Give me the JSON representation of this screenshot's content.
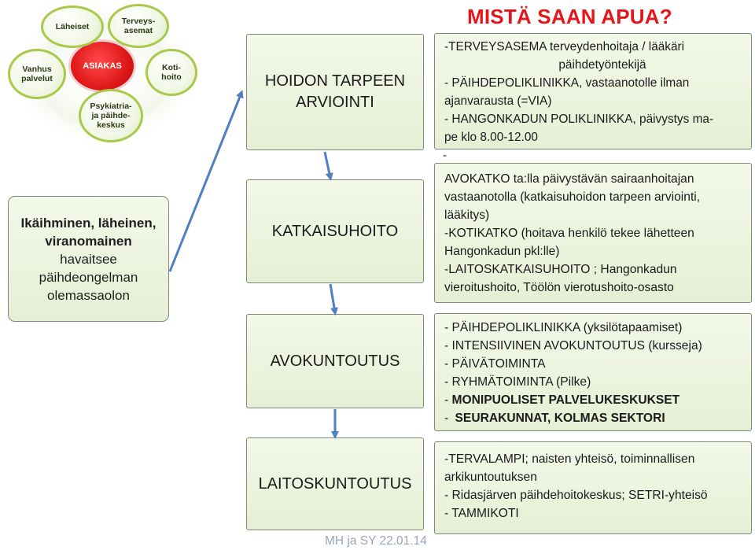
{
  "title": "MISTÄ SAAN APUA?",
  "footer": "MH ja SY 22.01.14",
  "cycle": {
    "hub": "ASIAKAS",
    "nodes": {
      "laheiset": "Läheiset",
      "terveysasemat": "Terveys-\nasemat",
      "kotihoito": "Koti-\nhoito",
      "psykiatria": "Psykiatria-\nja päihde-\nkeskus",
      "vanhuspalvelut": "Vanhus\npalvelut"
    }
  },
  "left_box": {
    "line1": "Ikäihminen, läheinen,",
    "line2": "viranomainen",
    "line3": "havaitsee",
    "line4": "päihdeongelman",
    "line5": "olemassaolon"
  },
  "stages": {
    "hoidon": "HOIDON TARPEEN\nARVIOINTI",
    "katkaisu": "KATKAISUHOITO",
    "avokuntoutus": "AVOKUNTOUTUS",
    "laitos": "LAITOSKUNTOUTUS"
  },
  "details": {
    "hoidon": [
      "-TERVEYSASEMA terveydenhoitaja / lääkäri",
      "päihdetyöntekijä",
      "- PÄIHDEPOLIKLINIKKA, vastaanotolle ilman",
      "ajanvarausta (=VIA)",
      "- HANGONKADUN POLIKLINIKKA, päivystys ma-",
      "pe klo 8.00-12.00",
      "-"
    ],
    "katkaisu": [
      "AVOKATKO ta:lla päivystävän sairaanhoitajan",
      "vastaanotolla (katkaisuhoidon tarpeen arviointi,",
      "lääkitys)",
      "-KOTIKATKO (hoitava henkilö tekee lähetteen",
      "Hangonkadun pkl:lle)",
      "-LAITOSKATKAISUHOITO ; Hangonkadun",
      "vieroitushoito, Töölön vierotushoito-osasto"
    ],
    "avo": [
      "- PÄIHDEPOLIKLINIKKA (yksilötapaamiset)",
      "- INTENSIIVINEN AVOKUNTOUTUS (kursseja)",
      "- PÄIVÄTOIMINTA",
      "- RYHMÄTOIMINTA (Pilke)",
      "- ",
      "MONIPUOLISET PALVELUKESKUKSET",
      "- ",
      "SEURAKUNNAT, KOLMAS SEKTORI"
    ],
    "laitos": [
      "-TERVALAMPI; naisten yhteisö, toiminnallisen",
      "arkikuntoutuksen",
      "- Ridasjärven päihdehoitokeskus; SETRI-yhteisö",
      "- TAMMIKOTI"
    ]
  },
  "colors": {
    "title": "#e2161b",
    "arrow": "#4f7fbf",
    "box_fill": "#eaf1dc",
    "hub": "#e01818",
    "satellite_ring": "#a9c94a"
  }
}
